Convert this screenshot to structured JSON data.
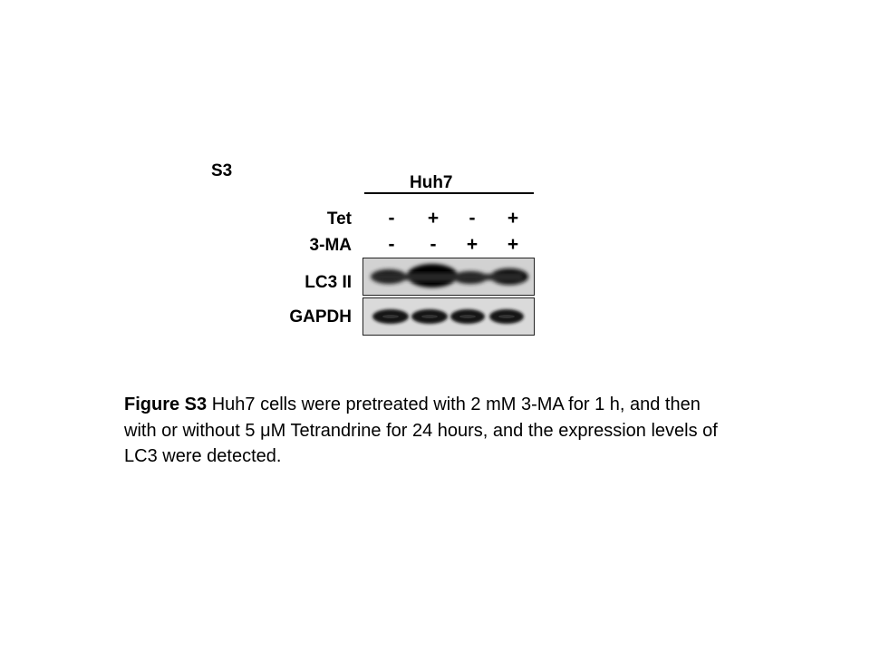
{
  "figure": {
    "panel_label": "S3",
    "cell_line": "Huh7",
    "treatments": [
      {
        "label": "Tet",
        "signs": [
          "-",
          "+",
          "-",
          "+"
        ]
      },
      {
        "label": "3-MA",
        "signs": [
          "-",
          "-",
          "+",
          "+"
        ]
      }
    ],
    "blots": [
      {
        "label": "LC3 II"
      },
      {
        "label": "GAPDH"
      }
    ]
  },
  "caption": {
    "lead": "Figure S3",
    "text": " Huh7 cells were pretreated with 2 mM 3-MA for 1 h, and then with or without 5 μM Tetrandrine for 24 hours, and the expression levels of LC3 were detected."
  }
}
